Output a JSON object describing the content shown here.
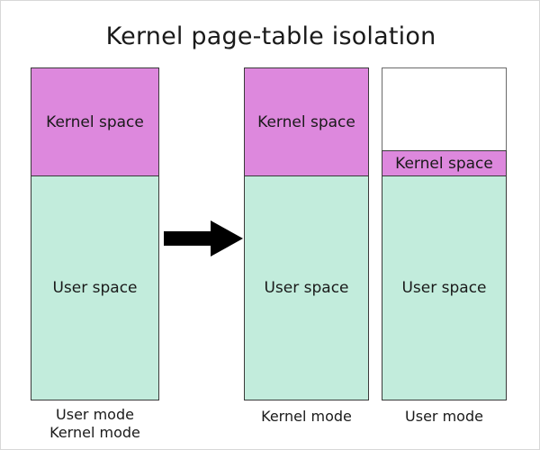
{
  "title": "Kernel page-table isolation",
  "colors": {
    "kernel_space": "#dd88dd",
    "user_space": "#c2ecdc",
    "unmapped": "#ffffff",
    "outline": "#3a3a3a",
    "text": "#1a1a1a",
    "arrow": "#000000",
    "page_border": "#d8d8d8"
  },
  "arrow": {
    "icon": "right-arrow-icon",
    "direction": "right"
  },
  "columns": [
    {
      "id": "before",
      "caption": "User mode\nKernel mode",
      "caption_lines": [
        "User mode",
        "Kernel mode"
      ],
      "segments": [
        {
          "id": "kernel-space",
          "label": "Kernel space",
          "kind": "kernel",
          "share_pct": 33
        },
        {
          "id": "user-space",
          "label": "User space",
          "kind": "user",
          "share_pct": 67
        }
      ]
    },
    {
      "id": "kpti-kernel-mode",
      "caption": "Kernel mode",
      "caption_lines": [
        "Kernel mode"
      ],
      "segments": [
        {
          "id": "kernel-space",
          "label": "Kernel space",
          "kind": "kernel",
          "share_pct": 33
        },
        {
          "id": "user-space",
          "label": "User space",
          "kind": "user",
          "share_pct": 67
        }
      ]
    },
    {
      "id": "kpti-user-mode",
      "caption": "User mode",
      "caption_lines": [
        "User mode"
      ],
      "segments": [
        {
          "id": "unmapped-kernel",
          "label": "",
          "kind": "empty",
          "share_pct": 25
        },
        {
          "id": "kernel-space-stub",
          "label": "Kernel space",
          "kind": "kernel-thin",
          "share_pct": 8
        },
        {
          "id": "user-space",
          "label": "User space",
          "kind": "user",
          "share_pct": 67
        }
      ]
    }
  ]
}
